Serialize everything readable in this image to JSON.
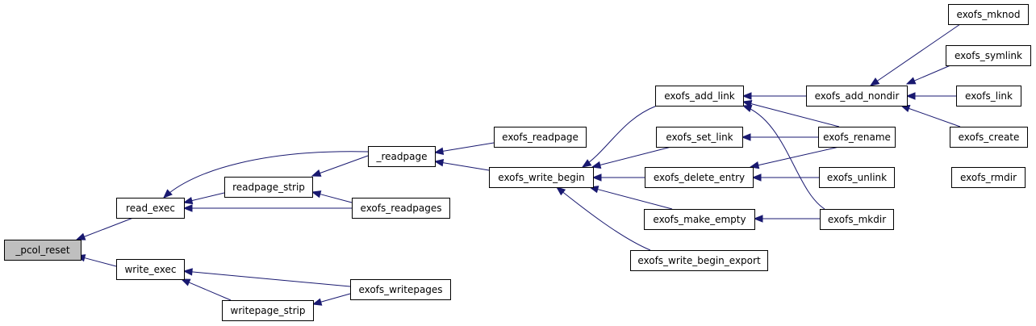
{
  "colors": {
    "edge": "#191970",
    "node_fill": "#ffffff",
    "root_fill": "#bfbfbf",
    "node_border": "#000000"
  },
  "nodes": {
    "pcol_reset": "_pcol_reset",
    "read_exec": "read_exec",
    "write_exec": "write_exec",
    "readpage_strip": "readpage_strip",
    "writepage_strip": "writepage_strip",
    "readpage": "_readpage",
    "exofs_readpages": "exofs_readpages",
    "exofs_writepages": "exofs_writepages",
    "exofs_readpage": "exofs_readpage",
    "exofs_write_begin": "exofs_write_begin",
    "exofs_add_link": "exofs_add_link",
    "exofs_set_link": "exofs_set_link",
    "exofs_delete_entry": "exofs_delete_entry",
    "exofs_make_empty": "exofs_make_empty",
    "exofs_write_begin_export": "exofs_write_begin_export",
    "exofs_add_nondir": "exofs_add_nondir",
    "exofs_rename": "exofs_rename",
    "exofs_unlink": "exofs_unlink",
    "exofs_mkdir": "exofs_mkdir",
    "exofs_mknod": "exofs_mknod",
    "exofs_symlink": "exofs_symlink",
    "exofs_link": "exofs_link",
    "exofs_create": "exofs_create",
    "exofs_rmdir": "exofs_rmdir"
  },
  "edges": [
    [
      "read_exec",
      "pcol_reset"
    ],
    [
      "write_exec",
      "pcol_reset"
    ],
    [
      "readpage",
      "read_exec"
    ],
    [
      "readpage_strip",
      "read_exec"
    ],
    [
      "exofs_readpages",
      "read_exec"
    ],
    [
      "readpage",
      "readpage_strip"
    ],
    [
      "exofs_readpages",
      "readpage_strip"
    ],
    [
      "exofs_readpage",
      "readpage"
    ],
    [
      "exofs_write_begin",
      "readpage"
    ],
    [
      "exofs_writepages",
      "write_exec"
    ],
    [
      "writepage_strip",
      "write_exec"
    ],
    [
      "exofs_writepages",
      "writepage_strip"
    ],
    [
      "exofs_add_link",
      "exofs_write_begin"
    ],
    [
      "exofs_set_link",
      "exofs_write_begin"
    ],
    [
      "exofs_delete_entry",
      "exofs_write_begin"
    ],
    [
      "exofs_make_empty",
      "exofs_write_begin"
    ],
    [
      "exofs_write_begin_export",
      "exofs_write_begin"
    ],
    [
      "exofs_add_nondir",
      "exofs_add_link"
    ],
    [
      "exofs_rename",
      "exofs_add_link"
    ],
    [
      "exofs_mkdir",
      "exofs_add_link"
    ],
    [
      "exofs_rename",
      "exofs_set_link"
    ],
    [
      "exofs_unlink",
      "exofs_delete_entry"
    ],
    [
      "exofs_rename",
      "exofs_delete_entry"
    ],
    [
      "exofs_mkdir",
      "exofs_make_empty"
    ],
    [
      "exofs_mknod",
      "exofs_add_nondir"
    ],
    [
      "exofs_symlink",
      "exofs_add_nondir"
    ],
    [
      "exofs_link",
      "exofs_add_nondir"
    ],
    [
      "exofs_create",
      "exofs_add_nondir"
    ],
    [
      "exofs_rmdir",
      "exofs_unlink"
    ]
  ]
}
